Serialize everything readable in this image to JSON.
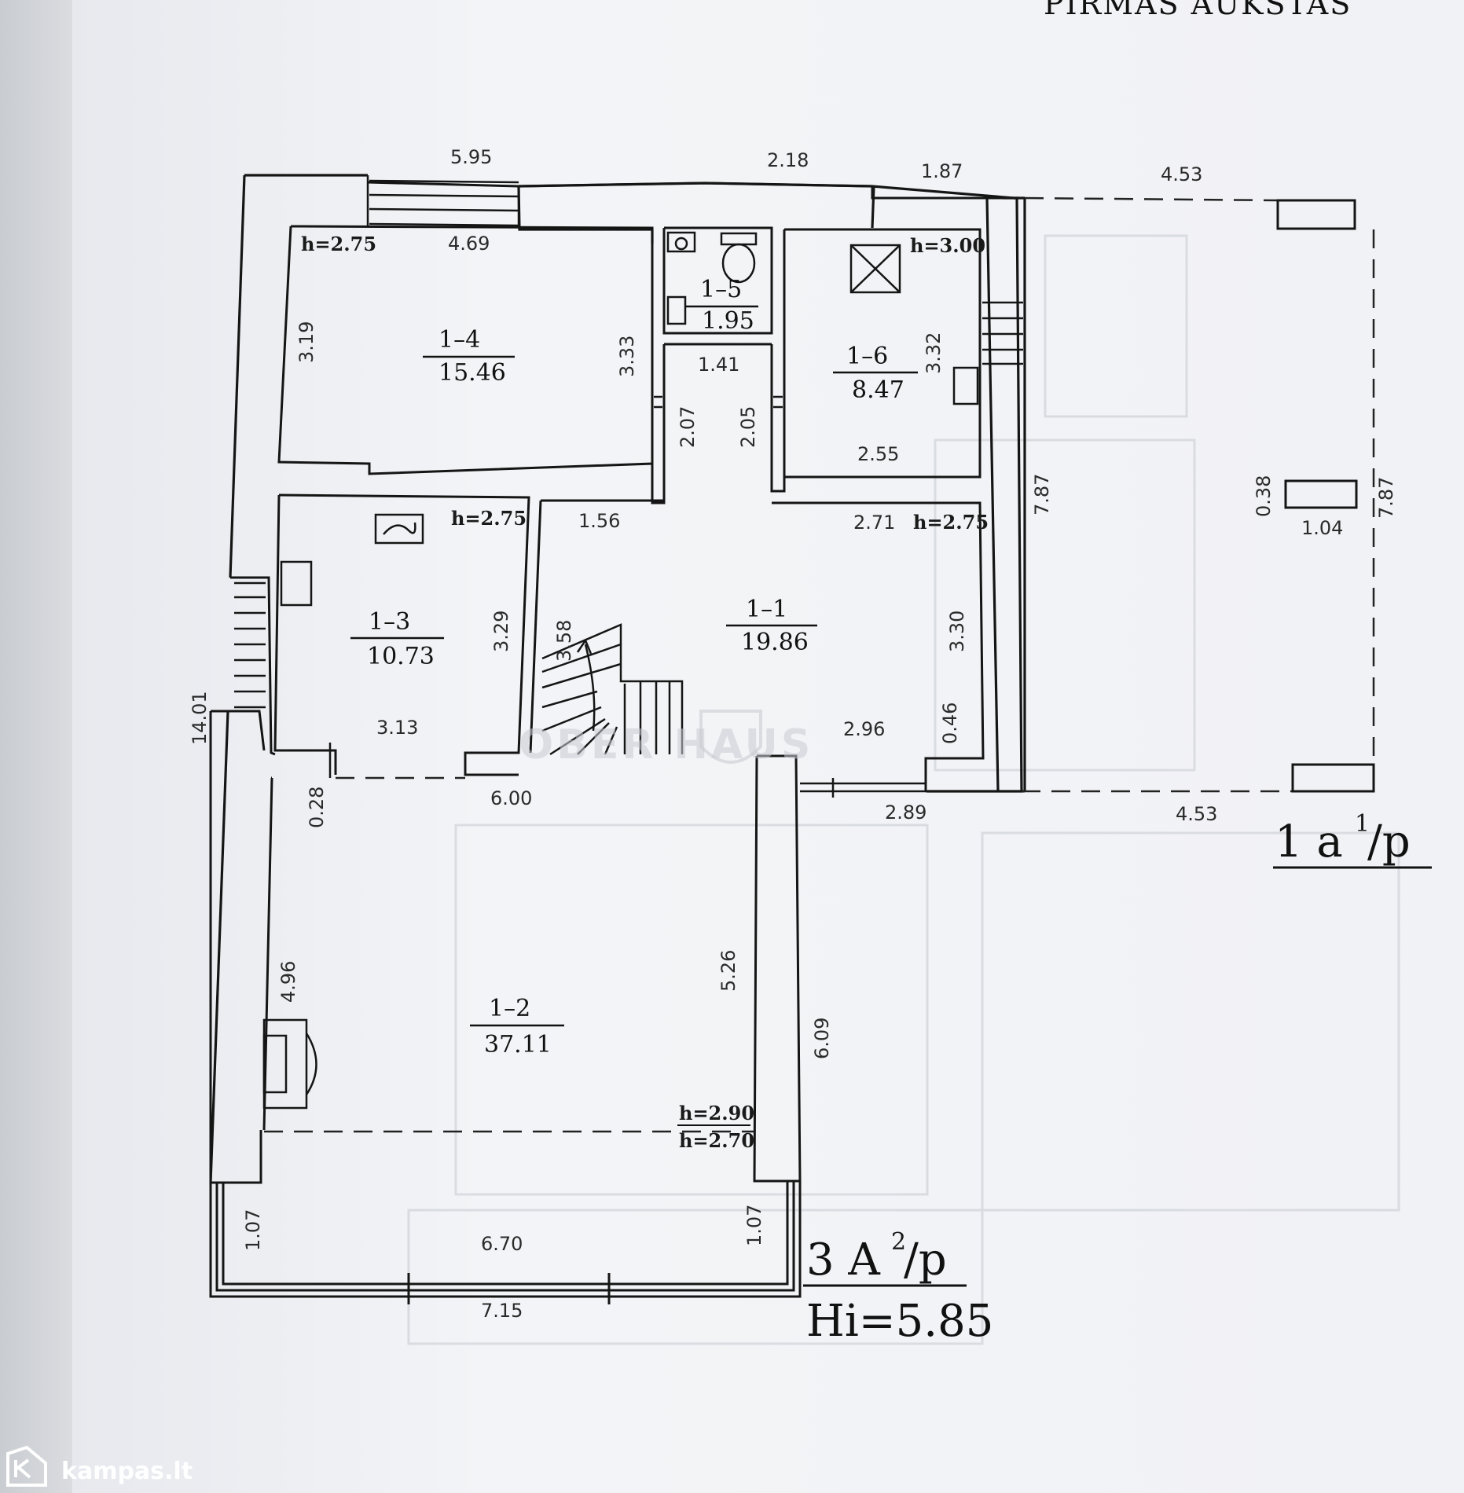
{
  "header": {
    "title": "PIRMAS AUKŠTAS"
  },
  "rooms": [
    {
      "id": "1–4",
      "area": "15.46",
      "height": "h=2.75"
    },
    {
      "id": "1–5",
      "area": "1.95"
    },
    {
      "id": "1–6",
      "area": "8.47",
      "height": "h=3.00"
    },
    {
      "id": "1–3",
      "area": "10.73",
      "height": "h=2.75"
    },
    {
      "id": "1–1",
      "area": "19.86",
      "height": "h=2.75"
    },
    {
      "id": "1–2",
      "area": "37.11",
      "height": "h=2.90",
      "height2": "h=2.70"
    }
  ],
  "dimensions": [
    "5.95",
    "2.18",
    "1.87",
    "4.53",
    "4.69",
    "3.19",
    "3.33",
    "1.41",
    "3.32",
    "2.07",
    "2.05",
    "2.55",
    "7.87",
    "0.38",
    "7.87",
    "1.04",
    "1.56",
    "2.71",
    "3.29",
    "3.58",
    "3.30",
    "3.13",
    "2.96",
    "0.46",
    "14.01",
    "0.28",
    "6.00",
    "2.89",
    "4.53",
    "4.96",
    "5.26",
    "6.09",
    "1.07",
    "1.07",
    "6.70",
    "7.15"
  ],
  "annex": {
    "label": "1 a",
    "sup": "1",
    "suffix": "/p"
  },
  "building": {
    "label": "3 A",
    "sup": "2",
    "suffix": "/p",
    "height": "Hi=5.85"
  },
  "watermark": "OBER HAUS",
  "logo": "kampas.lt"
}
